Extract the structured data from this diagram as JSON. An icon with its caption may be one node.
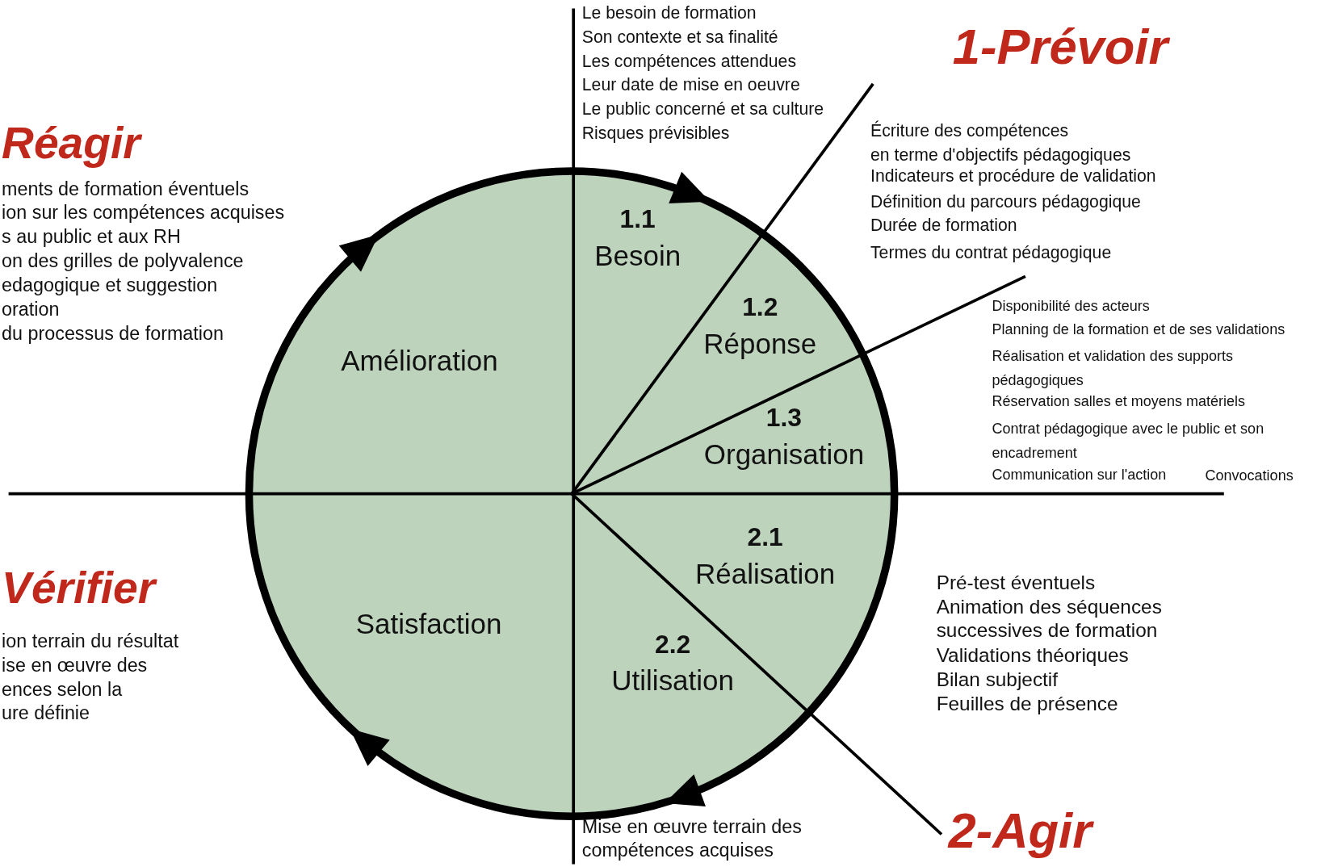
{
  "diagram": {
    "nodes": [
      {
        "text": [
          "1.1",
          "Besoin"
        ]
      },
      {
        "text": [
          "1.2",
          "Réponse"
        ]
      },
      {
        "text": [
          "1.3",
          "Organisation"
        ]
      },
      {
        "text": [
          "2.1",
          "Réalisation"
        ]
      },
      {
        "text": [
          "2.2",
          "Utilisation"
        ]
      },
      {
        "text": [
          "Satisfaction"
        ]
      },
      {
        "text": [
          "Amélioration"
        ]
      }
    ],
    "edges": [],
    "labels": [
      "1-Prévoir",
      "Le besoin de formation",
      "Son contexte et sa finalité",
      "Les compétences attendues",
      "Leur date de mise en oeuvre",
      "Le public concerné et sa culture",
      "Risques prévisibles",
      "Écriture des compétences",
      "en terme d'objectifs pédagogiques",
      "Indicateurs et procédure de validation",
      "Définition du parcours pédagogique",
      "Durée de formation",
      "Termes du contrat pédagogique",
      "Disponibilité des acteurs",
      "Planning de la formation et de ses validations",
      "Réalisation et validation des supports pédagogiques",
      "Réservation salles et moyens matériels",
      "Contrat pédagogique avec le public et son encadrement",
      "Communication sur l'action",
      "Convocations",
      "2-Agir",
      "Pré-test éventuels",
      "Animation des séquences successives de formation",
      "Validations théoriques",
      "Bilan subjectif",
      "Feuilles de présence",
      "Mise en œuvre terrain des compétences acquises",
      "Vérifier",
      "ion terrain du résultat",
      "ise en œuvre des",
      "ences selon la",
      "ure définie",
      "Réagir",
      "ments de formation éventuels",
      "ion sur les compétences acquises",
      "s au public et aux RH",
      "on des grilles de polyvalence",
      "edagogique et suggestion",
      "oration",
      "du processus de formation"
    ]
  }
}
